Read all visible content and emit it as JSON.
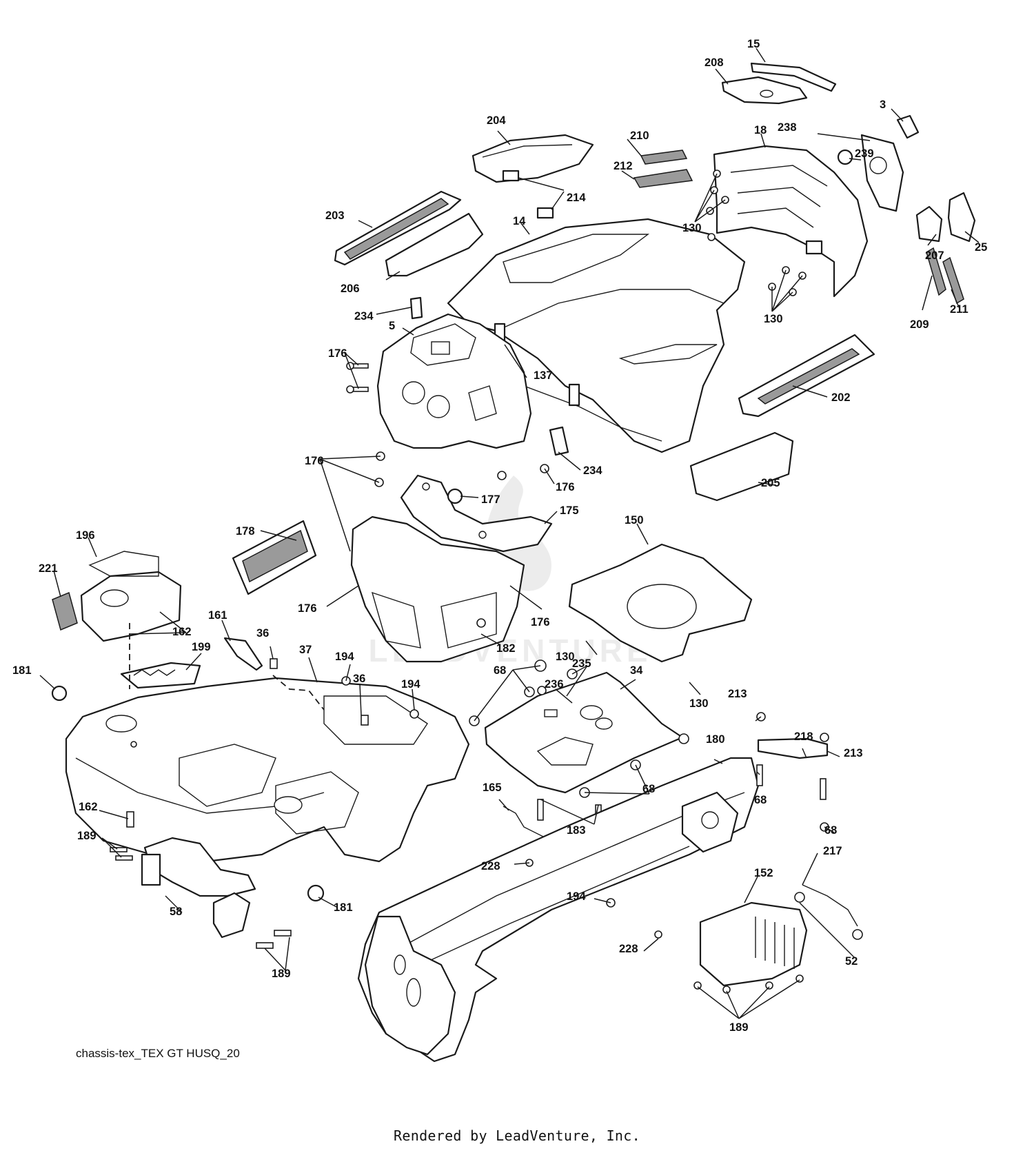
{
  "diagram": {
    "code": "chassis-tex_TEX GT HUSQ_20",
    "footer": "Rendered by LeadVenture, Inc.",
    "watermark_text": "LEADVENTURE",
    "callouts": {
      "c15": "15",
      "c208": "208",
      "c3": "3",
      "c238": "238",
      "c18": "18",
      "c239": "239",
      "c204": "204",
      "c210": "210",
      "c212": "212",
      "c214": "214",
      "c203": "203",
      "c14": "14",
      "c130_top": "130",
      "c25": "25",
      "c207": "207",
      "c206": "206",
      "c130_right": "130",
      "c234_top": "234",
      "c209": "209",
      "c211": "211",
      "c5": "5",
      "c176_a": "176",
      "c137": "137",
      "c202": "202",
      "c234_mid": "234",
      "c176_b": "176",
      "c176_c": "176",
      "c205": "205",
      "c177": "177",
      "c175": "175",
      "c196": "196",
      "c178": "178",
      "c150": "150",
      "c221": "221",
      "c176_d": "176",
      "c176_e": "176",
      "c161": "161",
      "c162_top": "162",
      "c36_a": "36",
      "c182": "182",
      "c130_mid": "130",
      "c235": "235",
      "c37": "37",
      "c199": "199",
      "c194_a": "194",
      "c68_a": "68",
      "c34": "34",
      "c181_a": "181",
      "c36_b": "36",
      "c194_b": "194",
      "c236": "236",
      "c130_low": "130",
      "c213_a": "213",
      "c218": "218",
      "c213_b": "213",
      "c180": "180",
      "c68_b": "68",
      "c165": "165",
      "c68_c": "68",
      "c162_low": "162",
      "c183": "183",
      "c68_d": "68",
      "c189_a": "189",
      "c217": "217",
      "c228_a": "228",
      "c152": "152",
      "c194_c": "194",
      "c58": "58",
      "c181_b": "181",
      "c52": "52",
      "c228_b": "228",
      "c189_b": "189",
      "c189_c": "189"
    }
  }
}
